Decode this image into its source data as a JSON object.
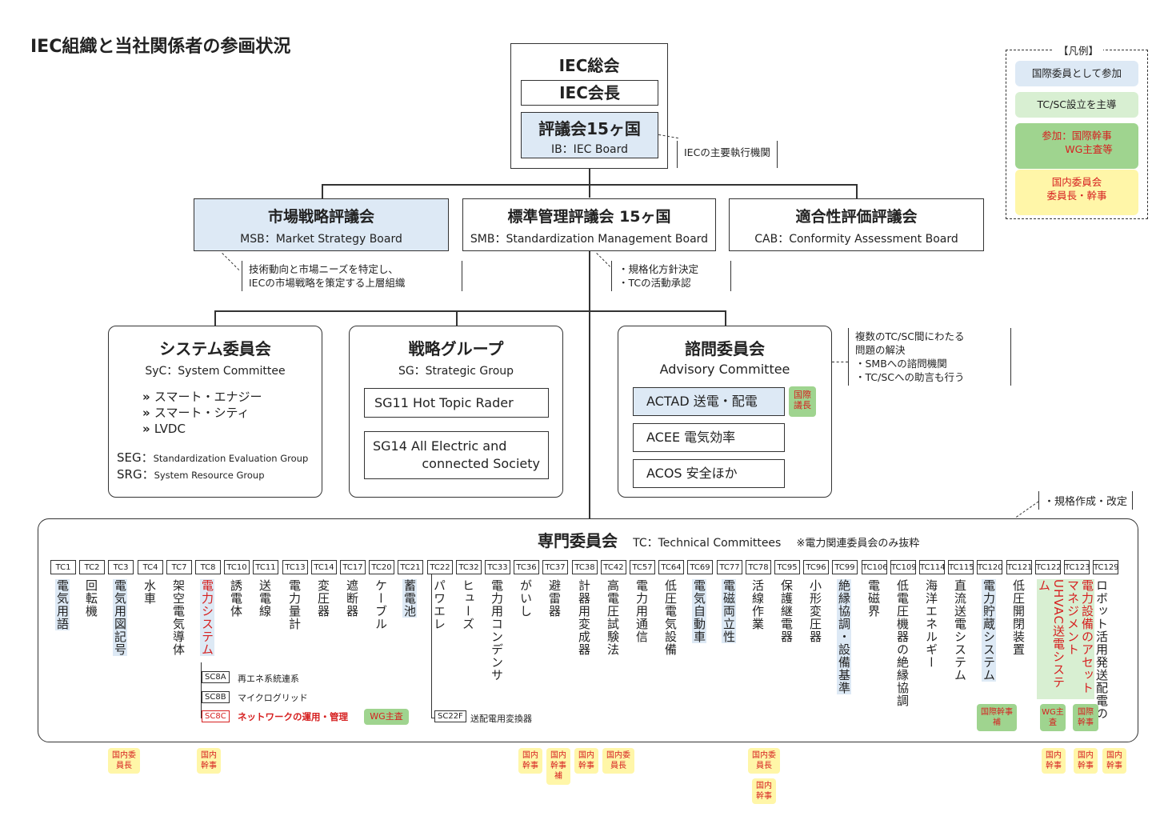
{
  "title": "IEC組織と当社関係者の参画状況",
  "legend": {
    "title": "【凡例】",
    "item1": "国際委員として参加",
    "item2": "TC/SC設立を主導",
    "item3a": "参加：国際幹事",
    "item3b": "WG主査等",
    "item4a": "国内委員会",
    "item4b": "委員長・幹事"
  },
  "top": {
    "general": "IEC総会",
    "president": "IEC会長",
    "board": "評議会15ヶ国",
    "board_sub": "IB：IEC Board",
    "board_note": "IECの主要執行機関"
  },
  "boards": {
    "msb": "市場戦略評議会",
    "msb_sub": "MSB：Market Strategy Board",
    "msb_note1": "技術動向と市場ニーズを特定し、",
    "msb_note2": "IECの市場戦略を策定する上層組織",
    "smb": "標準管理評議会 15ヶ国",
    "smb_sub": "SMB：Standardization Management Board",
    "smb_note1": "・規格化方針決定",
    "smb_note2": "・TCの活動承認",
    "cab": "適合性評価評議会",
    "cab_sub": "CAB：Conformity Assessment Board"
  },
  "syc": {
    "title": "システム委員会",
    "sub": "SyC：System Committee",
    "i1": "スマート・エナジー",
    "i2": "スマート・シティ",
    "i3": "LVDC",
    "seg": "SEG：",
    "seg_sub": "Standardization Evaluation Group",
    "srg": "SRG：",
    "srg_sub": "System Resource Group"
  },
  "sg": {
    "title": "戦略グループ",
    "sub": "SG：Strategic Group",
    "sg11": "SG11 Hot Topic Rader",
    "sg14a": "SG14 All Electric and",
    "sg14b": "connected Society"
  },
  "ac": {
    "title": "諮問委員会",
    "sub": "Advisory Committee",
    "actad": "ACTAD 送電・配電",
    "actad_badge": "国際議長",
    "acee": "ACEE 電気効率",
    "acos": "ACOS 安全ほか",
    "note1": "複数のTC/SC間にわたる",
    "note2": "問題の解決",
    "note3": "・SMBへの諮問機関",
    "note4": "・TC/SCへの助言も行う"
  },
  "tc_section": {
    "note": "・規格作成・改定",
    "title": "専門委員会",
    "sub": "TC：Technical Committees",
    "remark": "※電力関連委員会のみ抜粋"
  },
  "tcs": [
    {
      "code": "TC1",
      "name": "電気用語"
    },
    {
      "code": "TC2",
      "name": "回転機"
    },
    {
      "code": "TC3",
      "name": "電気用図記号"
    },
    {
      "code": "TC4",
      "name": "水車"
    },
    {
      "code": "TC7",
      "name": "架空電気導体"
    },
    {
      "code": "TC8",
      "name": "電力システム"
    },
    {
      "code": "TC10",
      "name": "誘電体"
    },
    {
      "code": "TC11",
      "name": "送電線"
    },
    {
      "code": "TC13",
      "name": "電力量計"
    },
    {
      "code": "TC14",
      "name": "変圧器"
    },
    {
      "code": "TC17",
      "name": "遮断器"
    },
    {
      "code": "TC20",
      "name": "ケーブル"
    },
    {
      "code": "TC21",
      "name": "蓄電池"
    },
    {
      "code": "TC22",
      "name": "パワエレ"
    },
    {
      "code": "TC32",
      "name": "ヒューズ"
    },
    {
      "code": "TC33",
      "name": "電力用コンデンサ"
    },
    {
      "code": "TC36",
      "name": "がいし"
    },
    {
      "code": "TC37",
      "name": "避雷器"
    },
    {
      "code": "TC38",
      "name": "計器用変成器"
    },
    {
      "code": "TC42",
      "name": "高電圧試験法"
    },
    {
      "code": "TC57",
      "name": "電力用通信"
    },
    {
      "code": "TC64",
      "name": "低圧電気設備"
    },
    {
      "code": "TC69",
      "name": "電気自動車"
    },
    {
      "code": "TC77",
      "name": "電磁両立性"
    },
    {
      "code": "TC78",
      "name": "活線作業"
    },
    {
      "code": "TC95",
      "name": "保護継電器"
    },
    {
      "code": "TC96",
      "name": "小形変圧器"
    },
    {
      "code": "TC99",
      "name": "絶縁協調・設備基準"
    },
    {
      "code": "TC106",
      "name": "電磁界"
    },
    {
      "code": "TC109",
      "name": "低電圧機器の絶縁協調"
    },
    {
      "code": "TC114",
      "name": "海洋エネルギー"
    },
    {
      "code": "TC115",
      "name": "直流送電システム"
    },
    {
      "code": "TC120",
      "name": "電力貯蔵システム"
    },
    {
      "code": "TC121",
      "name": "低圧開閉装置"
    },
    {
      "code": "TC122",
      "name": "UHVAC送電システム"
    },
    {
      "code": "TC123",
      "name": "電力設備のアセットマネジメント"
    },
    {
      "code": "TC129",
      "name": "ロボット活用発送配電の"
    }
  ],
  "subcommittees": {
    "sc8a": "SC8A",
    "sc8a_name": "再エネ系統連系",
    "sc8b": "SC8B",
    "sc8b_name": "マイクログリッド",
    "sc8c": "SC8C",
    "sc8c_name": "ネットワークの運用・管理",
    "sc8c_badge": "WG主査",
    "sc22f": "SC22F",
    "sc22f_name": "送配電用変換器"
  },
  "badges": {
    "kokusai_kanji_ho": "国際幹事補",
    "wg_shusa": "WG主査",
    "kokusai_kanji": "国際幹事",
    "kokunai_iinchou": "国内委員長",
    "kokunai_kanji": "国内幹事",
    "kokunai_kanji_ho": "国内幹事補"
  }
}
